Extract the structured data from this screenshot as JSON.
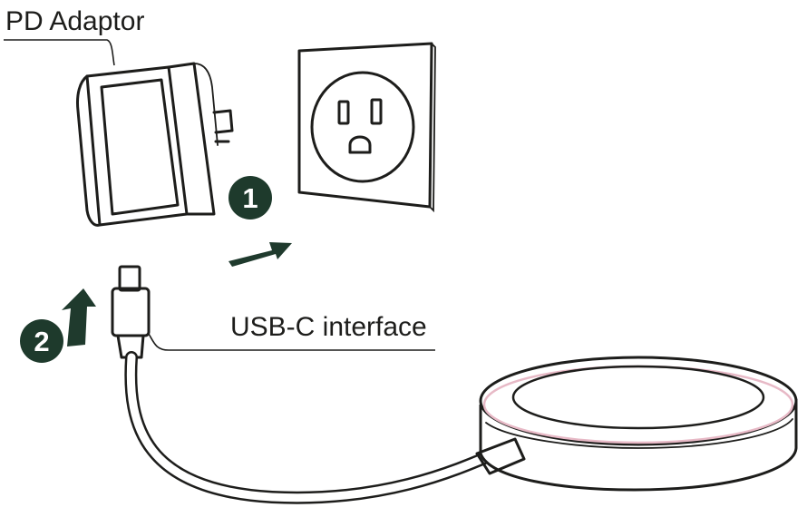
{
  "labels": {
    "adaptor": "PD Adaptor",
    "usb_c": "USB-C interface"
  },
  "steps": [
    {
      "number": "1"
    },
    {
      "number": "2"
    }
  ],
  "colors": {
    "ink": "#1d1d1b",
    "step_badge": "#1e3a2c",
    "arrow": "#1f3a2d",
    "pad_accent": "#e7b9c6"
  },
  "icons": [
    "power-adaptor",
    "wall-outlet",
    "usb-c-plug",
    "cable",
    "wireless-charging-pad",
    "arrow-right",
    "arrow-up"
  ]
}
